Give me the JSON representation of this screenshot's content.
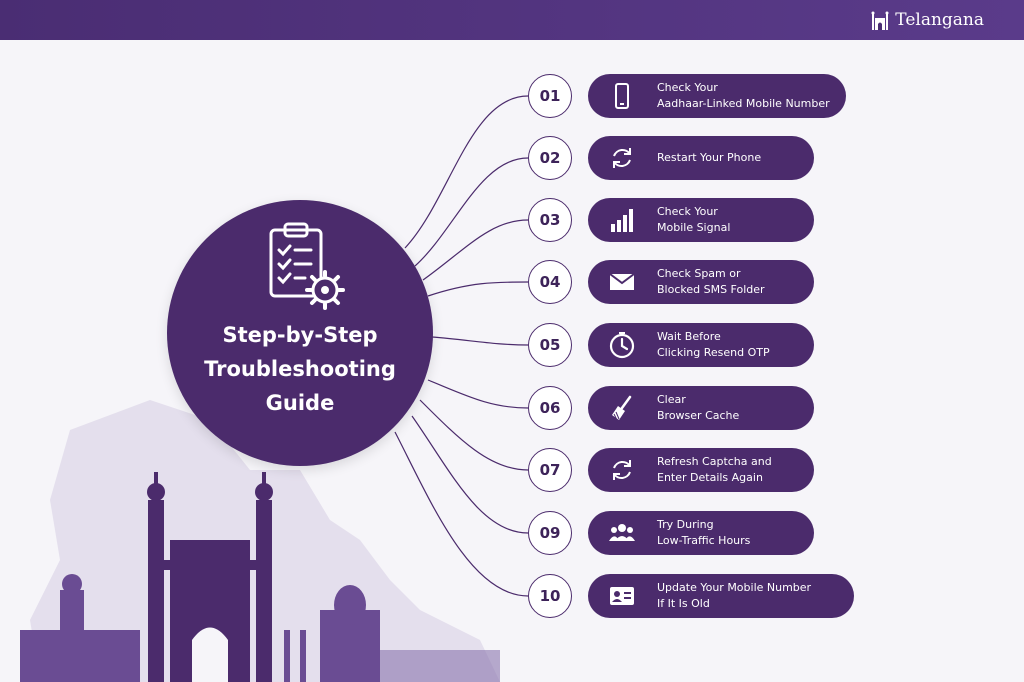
{
  "header": {
    "brand": "Telangana"
  },
  "hub": {
    "title": "Step-by-Step\nTroubleshooting\nGuide",
    "icon": "clipboard-checklist-gear-icon"
  },
  "steps": [
    {
      "num": "01",
      "lines": [
        "Check Your",
        "Aadhaar-Linked Mobile Number"
      ],
      "icon": "phone-icon"
    },
    {
      "num": "02",
      "lines": [
        "Restart Your Phone"
      ],
      "icon": "restart-icon"
    },
    {
      "num": "03",
      "lines": [
        "Check Your",
        "Mobile Signal"
      ],
      "icon": "signal-icon"
    },
    {
      "num": "04",
      "lines": [
        "Check Spam or",
        "Blocked SMS Folder"
      ],
      "icon": "envelope-icon"
    },
    {
      "num": "05",
      "lines": [
        "Wait Before",
        "Clicking Resend OTP"
      ],
      "icon": "clock-icon"
    },
    {
      "num": "06",
      "lines": [
        "Clear",
        "Browser Cache"
      ],
      "icon": "broom-icon"
    },
    {
      "num": "07",
      "lines": [
        "Refresh Captcha and",
        "Enter Details Again"
      ],
      "icon": "refresh-icon"
    },
    {
      "num": "09",
      "lines": [
        "Try During",
        "Low-Traffic Hours"
      ],
      "icon": "group-icon"
    },
    {
      "num": "10",
      "lines": [
        "Update Your Mobile Number",
        "If It Is Old"
      ],
      "icon": "id-card-icon"
    }
  ],
  "colors": {
    "primary": "#4b2b6c",
    "header": "#4a2d73",
    "background": "#f6f5f9"
  }
}
